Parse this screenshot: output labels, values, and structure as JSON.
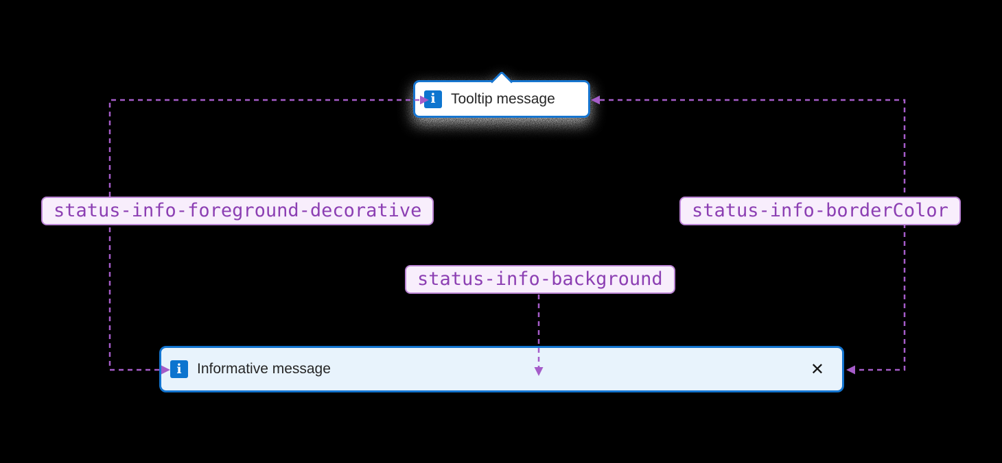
{
  "colors": {
    "page_background": "#000000",
    "connector": "#a55cc9",
    "component_border": "#1374cf",
    "info_icon_background": "#0c74cf",
    "banner_background": "#e8f3fc",
    "tooltip_background": "#ffffff",
    "token_text": "#8c3fb3",
    "token_background": "#f8eefc",
    "token_border": "#bc85d6",
    "message_text": "#262626"
  },
  "icons": {
    "info_glyph": "i",
    "close_glyph": "✕"
  },
  "tooltip": {
    "message": "Tooltip message"
  },
  "banner": {
    "message": "Informative message"
  },
  "tokens": [
    {
      "label": "status-info-foreground-decorative"
    },
    {
      "label": "status-info-borderColor"
    },
    {
      "label": "status-info-background"
    }
  ]
}
